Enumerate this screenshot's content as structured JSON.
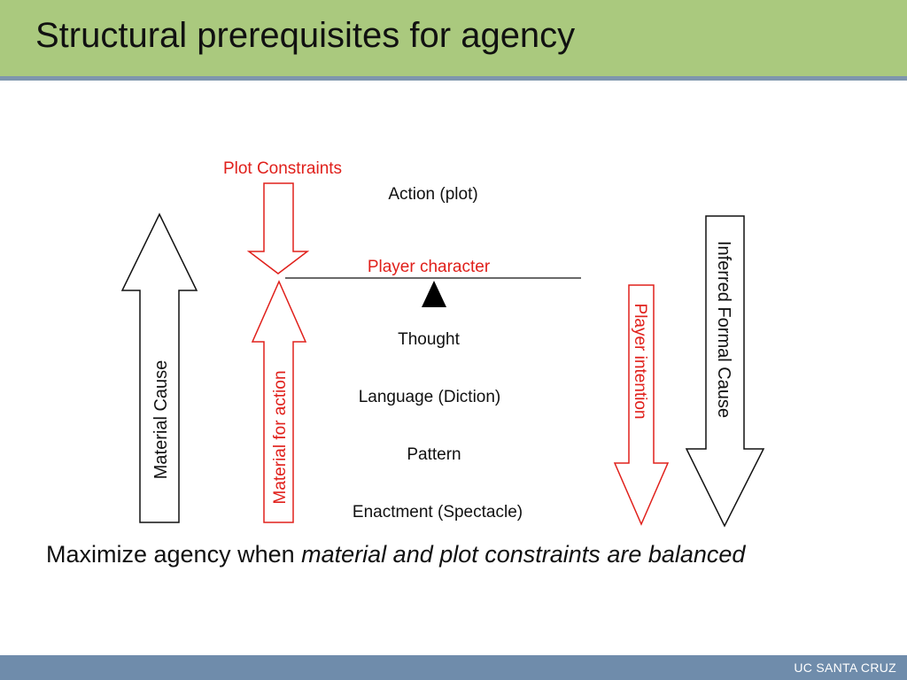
{
  "title": "Structural prerequisites for agency",
  "diagram": {
    "labels": {
      "plot_constraints": "Plot Constraints",
      "action": "Action (plot)",
      "player_character": "Player character",
      "thought": "Thought",
      "language": "Language (Diction)",
      "pattern": "Pattern",
      "enactment": "Enactment (Spectacle)",
      "material_cause": "Material Cause",
      "material_for_action": "Material for action",
      "player_intention": "Player intention",
      "inferred_formal_cause": "Inferred Formal Cause"
    },
    "colors": {
      "red": "#e0201b",
      "black": "#111111"
    }
  },
  "summary": {
    "prefix": "Maximize agency when ",
    "emphasis": "material and plot constraints are balanced"
  },
  "footer": {
    "institution": "UC SANTA CRUZ"
  }
}
